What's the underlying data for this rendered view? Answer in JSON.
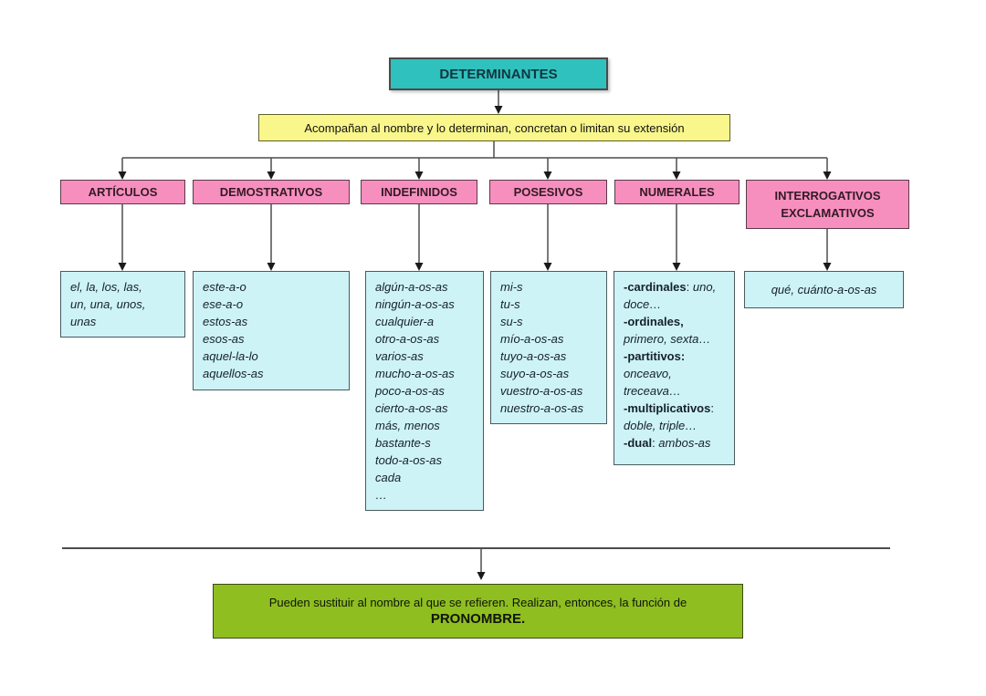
{
  "title": {
    "label": "DETERMINANTES"
  },
  "definition": {
    "text": "Acompañan al nombre y lo determinan, concretan o limitan su extensión"
  },
  "categories": [
    {
      "label": "ARTÍCULOS",
      "examples": [
        {
          "i": "el, la, los, las,"
        },
        {
          "i": "un, una, unos,"
        },
        {
          "i": "unas"
        }
      ]
    },
    {
      "label": "DEMOSTRATIVOS",
      "examples": [
        {
          "i": "este-a-o"
        },
        {
          "i": "ese-a-o"
        },
        {
          "i": "estos-as"
        },
        {
          "i": "esos-as"
        },
        {
          "i": "aquel-la-lo"
        },
        {
          "i": "aquellos-as"
        }
      ]
    },
    {
      "label": "INDEFINIDOS",
      "examples": [
        {
          "i": "algún-a-os-as"
        },
        {
          "i": "ningún-a-os-as"
        },
        {
          "i": "cualquier-a"
        },
        {
          "i": "otro-a-os-as"
        },
        {
          "i": "varios-as"
        },
        {
          "i": "mucho-a-os-as"
        },
        {
          "i": "poco-a-os-as"
        },
        {
          "i": "cierto-a-os-as"
        },
        {
          "i": "más, menos"
        },
        {
          "i": "bastante-s"
        },
        {
          "i": "todo-a-os-as"
        },
        {
          "i": "cada"
        },
        {
          "i": "…"
        }
      ]
    },
    {
      "label": "POSESIVOS",
      "examples": [
        {
          "i": "mi-s"
        },
        {
          "i": "tu-s"
        },
        {
          "i": "su-s"
        },
        {
          "i": "mío-a-os-as"
        },
        {
          "i": "tuyo-a-os-as"
        },
        {
          "i": "suyo-a-os-as"
        },
        {
          "i": "vuestro-a-os-as"
        },
        {
          "i": "nuestro-a-os-as"
        }
      ]
    },
    {
      "label": "NUMERALES",
      "examples": [
        {
          "b": "-cardinales",
          "r": ": ",
          "i": "uno,"
        },
        {
          "i": "doce…"
        },
        {
          "b": "-ordinales,"
        },
        {
          "i": "primero, sexta…"
        },
        {
          "b": "-partitivos:"
        },
        {
          "i": "onceavo,"
        },
        {
          "i": "treceava…"
        },
        {
          "b": "-multiplicativos",
          "r": ":"
        },
        {
          "i": "doble, triple…"
        },
        {
          "b": "-dual",
          "r": ": ",
          "i": "ambos-as"
        }
      ]
    },
    {
      "label": "INTERROGATIVOS EXCLAMATIVOS",
      "examples": [
        {
          "i": "qué, cuánto-a-os-as"
        }
      ]
    }
  ],
  "footer": {
    "line1": "Pueden sustituir al nombre al que se refieren. Realizan, entonces, la función de",
    "line2": "PRONOMBRE."
  },
  "colors": {
    "teal": "#2FC1BD",
    "yellow": "#F9F68C",
    "pink": "#F78FBE",
    "cyan": "#CDF3F6",
    "green": "#8FBE21",
    "line": "#4d4d4d"
  }
}
